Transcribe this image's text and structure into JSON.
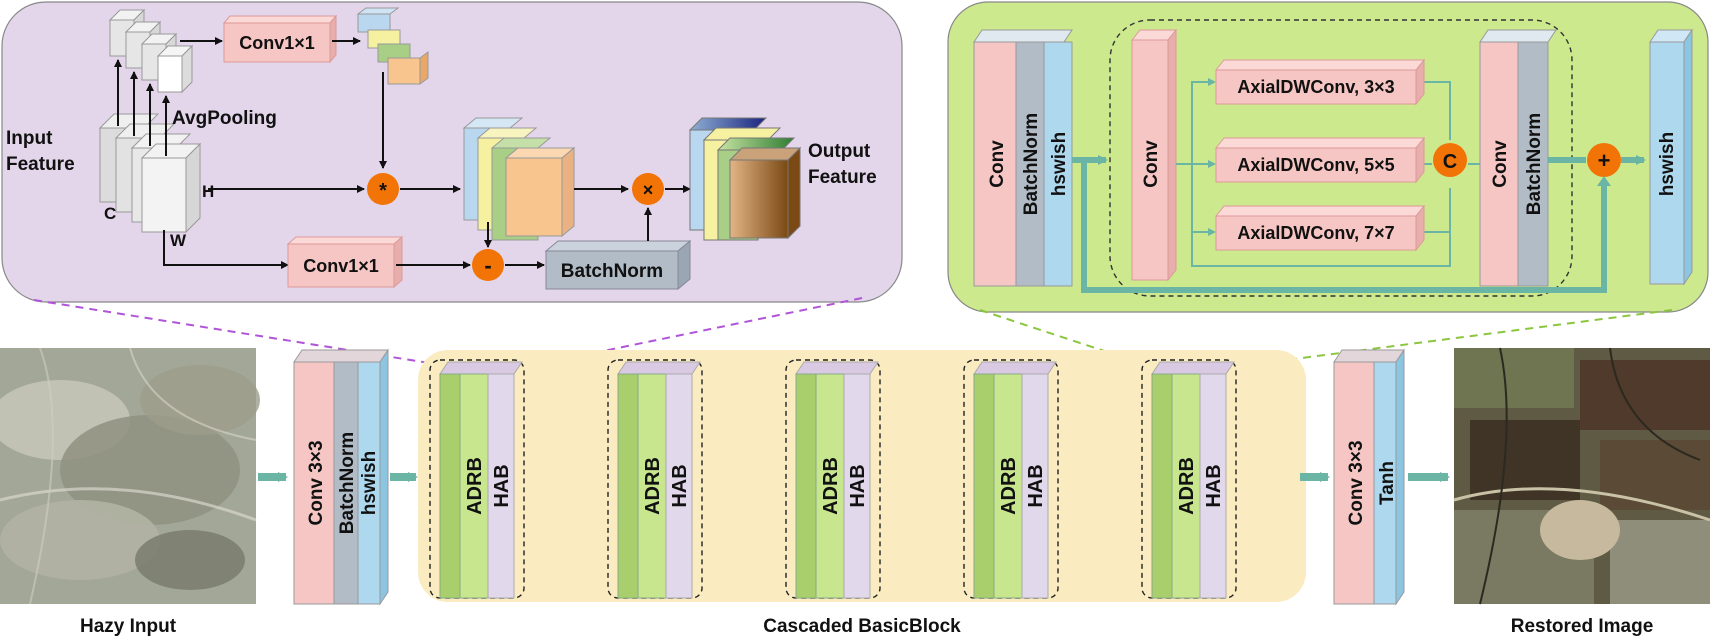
{
  "hab_panel": {
    "input_label_1": "Input",
    "input_label_2": "Feature",
    "axis_c": "C",
    "axis_h": "H",
    "axis_w": "W",
    "avgpool": "AvgPooling",
    "conv_top": "Conv1×1",
    "conv_bottom": "Conv1×1",
    "op_mult": "*",
    "op_minus": "-",
    "op_times": "×",
    "batchnorm": "BatchNorm",
    "output_label_1": "Output",
    "output_label_2": "Feature"
  },
  "adrb_panel": {
    "conv_left": "Conv",
    "batchnorm_left": "BatchNorm",
    "hswish_left": "hswish",
    "conv_inner": "Conv",
    "branch_3": "AxialDWConv, 3×3",
    "branch_5": "AxialDWConv, 5×5",
    "branch_7": "AxialDWConv, 7×7",
    "op_concat": "C",
    "conv_after": "Conv",
    "batchnorm_after": "BatchNorm",
    "op_add": "+",
    "hswish_right": "hswish"
  },
  "pipeline": {
    "input_caption": "Hazy Input",
    "stem": [
      "Conv 3×3",
      "BatchNorm",
      "hswish"
    ],
    "block_left": "ADRB",
    "block_right": "HAB",
    "block_count": 5,
    "cascade_caption": "Cascaded BasicBlock",
    "head": [
      "Conv 3×3",
      "Tanh"
    ],
    "output_caption": "Restored Image"
  },
  "colors": {
    "hab_bg": "#e3d6ea",
    "adrb_bg": "#cde98e",
    "cascade_bg": "#faecc0",
    "conv": "#f6c6c4",
    "batchnorm": "#b2bcc7",
    "hswish": "#add8ee",
    "adrb": "#c8e68e",
    "hab": "#e2d8ec",
    "operator": "#f27407",
    "arrow_teal": "#6bb5a4"
  }
}
